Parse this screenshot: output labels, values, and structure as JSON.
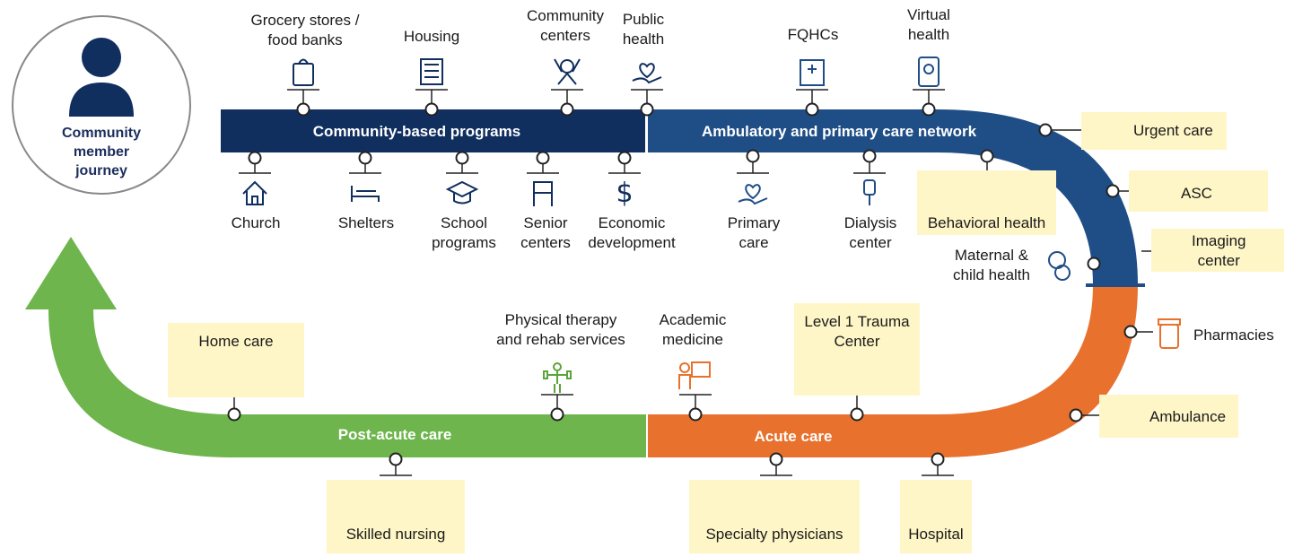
{
  "journey": {
    "label": "Community\nmember\njourney"
  },
  "segments": {
    "community": "Community-based programs",
    "ambulatory": "Ambulatory and primary care network",
    "acute": "Acute care",
    "post_acute": "Post-acute care"
  },
  "community_above": [
    {
      "label": "Grocery stores /\nfood banks",
      "icon": "shopping-bag-icon"
    },
    {
      "label": "Housing",
      "icon": "building-icon"
    },
    {
      "label": "Community\ncenters",
      "icon": "community-hands-icon"
    },
    {
      "label": "Public\nhealth",
      "icon": "heart-hand-icon"
    }
  ],
  "community_below": [
    {
      "label": "Church",
      "icon": "church-house-icon"
    },
    {
      "label": "Shelters",
      "icon": "bed-icon"
    },
    {
      "label": "School\nprograms",
      "icon": "graduation-cap-icon"
    },
    {
      "label": "Senior\ncenters",
      "icon": "walker-icon"
    },
    {
      "label": "Economic\ndevelopment",
      "icon": "dollar-icon"
    }
  ],
  "ambulatory_above": [
    {
      "label": "FQHCs",
      "icon": "clinic-building-icon"
    },
    {
      "label": "Virtual\nhealth",
      "icon": "phone-doctor-icon"
    }
  ],
  "ambulatory_below": [
    {
      "label": "Primary\ncare",
      "icon": "heart-hand-icon"
    },
    {
      "label": "Dialysis\ncenter",
      "icon": "iv-bag-icon"
    },
    {
      "label": "Behavioral health",
      "icon": "chat-bubble-icon"
    }
  ],
  "right_side": [
    {
      "label": "Urgent care",
      "icon": "siren-icon"
    },
    {
      "label": "ASC",
      "icon": "hospital-building-icon"
    },
    {
      "label": "Maternal &\nchild health",
      "icon": "mother-child-icon"
    },
    {
      "label": "Imaging\ncenter",
      "icon": "xray-icon"
    },
    {
      "label": "Pharmacies",
      "icon": "medicine-bottle-icon"
    },
    {
      "label": "Ambulance",
      "icon": "ambulance-icon"
    }
  ],
  "acute_above": [
    {
      "label": "Academic\nmedicine",
      "icon": "teacher-board-icon"
    },
    {
      "label": "Level 1 Trauma\nCenter",
      "icon": "surgeon-icon"
    }
  ],
  "acute_below": [
    {
      "label": "Specialty physicians",
      "icon": "nurse-icon"
    },
    {
      "label": "Hospital",
      "icon": "hospital-icon"
    }
  ],
  "post_above": [
    {
      "label": "Home care",
      "icon": "house-icon"
    },
    {
      "label": "Physical therapy\nand rehab services",
      "icon": "person-exercise-icon"
    }
  ],
  "post_below": [
    {
      "label": "Skilled nursing",
      "icon": "nurse-icon"
    }
  ],
  "colors": {
    "navy": "#102f5f",
    "blue": "#1f4e86",
    "orange": "#e8712d",
    "green": "#6db54c",
    "highlight": "#fff6c7",
    "icon_blue": "#1f4e86",
    "icon_orange": "#e8712d",
    "icon_green": "#5aa43a"
  }
}
